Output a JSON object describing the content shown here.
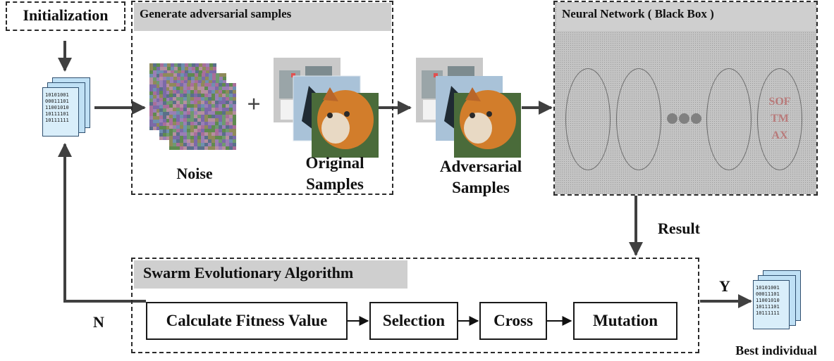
{
  "initialization": "Initialization",
  "generate_title": "Generate adversarial samples",
  "noise_label": "Noise",
  "plus": "+",
  "original_label": "Original\nSamples",
  "original_line1": "Original",
  "original_line2": "Samples",
  "adversarial_line1": "Adversarial",
  "adversarial_line2": "Samples",
  "network_title": "Neural Network ( Black Box )",
  "softmax": [
    "SOF",
    "TM",
    "AX"
  ],
  "result_label": "Result",
  "swarm_title": "Swarm Evolutionary Algorithm",
  "steps": {
    "fitness": "Calculate Fitness Value",
    "selection": "Selection",
    "cross": "Cross",
    "mutation": "Mutation"
  },
  "y_label": "Y",
  "n_label": "N",
  "best_label": "Best individual",
  "binary_lines": [
    "10101001",
    "00011101",
    "11001010",
    "10111101",
    "10111111"
  ],
  "colors": {
    "arrow": "#404040",
    "header_fill": "#cfcfcf",
    "network_fill": "#b9b9b9",
    "doc_fill": "#bfe0f5",
    "softmax_text": "#b87a7a"
  }
}
